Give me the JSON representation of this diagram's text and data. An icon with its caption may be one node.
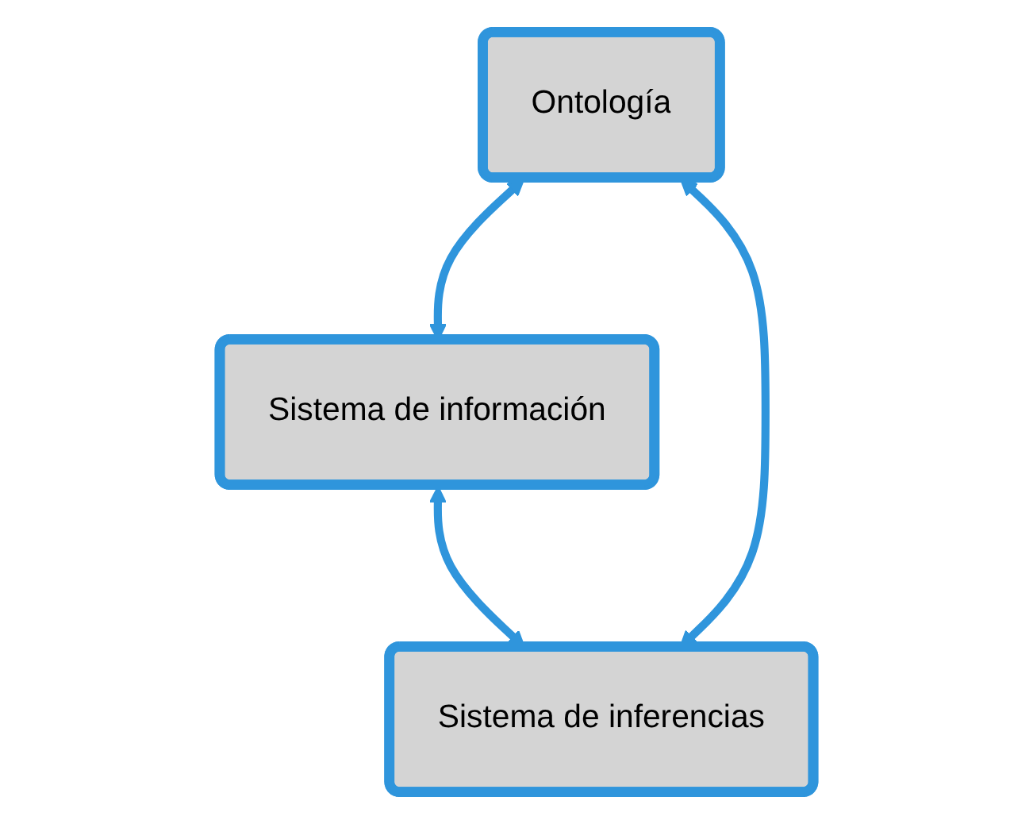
{
  "diagram": {
    "nodes": [
      {
        "text": [
          "Sistema de información"
        ]
      },
      {
        "text": [
          "Ontología"
        ]
      },
      {
        "text": [
          "Sistema de inferencias"
        ]
      }
    ],
    "edges": [
      {
        "from": 1,
        "to": 0,
        "arrow": "both"
      },
      {
        "from": 0,
        "to": 2,
        "arrow": "both"
      },
      {
        "from": 1,
        "to": 2,
        "arrow": "both"
      }
    ]
  }
}
